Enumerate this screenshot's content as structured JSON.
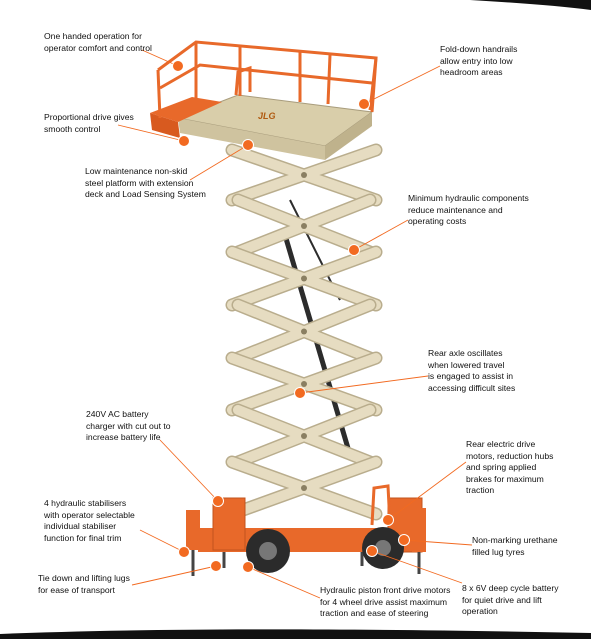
{
  "colors": {
    "accent": "#f26a21",
    "leader": "#f26a21",
    "scissor": "#e6dcc1",
    "scissor_edge": "#b9ad8d",
    "platform_deck": "#d9ceaa",
    "chassis": "#e8692a",
    "tyre": "#2b2b2b",
    "text": "#111111"
  },
  "logo_text": "JLG",
  "callouts": [
    {
      "id": "one-handed-operation",
      "lines": [
        "One handed operation for",
        "operator comfort and control"
      ]
    },
    {
      "id": "fold-down-handrails",
      "lines": [
        "Fold-down handrails",
        "allow entry into low",
        "headroom areas"
      ]
    },
    {
      "id": "proportional-drive",
      "lines": [
        "Proportional drive gives",
        "smooth control"
      ]
    },
    {
      "id": "non-skid-platform",
      "lines": [
        "Low maintenance non-skid",
        "steel platform with extension",
        "deck and Load Sensing System"
      ]
    },
    {
      "id": "minimum-hydraulic",
      "lines": [
        "Minimum hydraulic components",
        "reduce maintenance and",
        "operating costs"
      ]
    },
    {
      "id": "rear-axle-oscillates",
      "lines": [
        "Rear axle oscillates",
        "when lowered travel",
        "is engaged to assist in",
        "accessing difficult sites"
      ]
    },
    {
      "id": "battery-charger",
      "lines": [
        "240V AC battery",
        "charger with cut out to",
        "increase battery life"
      ]
    },
    {
      "id": "rear-electric-drive",
      "lines": [
        "Rear electric drive",
        "motors, reduction hubs",
        "and spring applied",
        "brakes for maximum",
        "traction"
      ]
    },
    {
      "id": "hydraulic-stabilisers",
      "lines": [
        "4 hydraulic stabilisers",
        "with operator selectable",
        "individual stabiliser",
        "function for final trim"
      ]
    },
    {
      "id": "non-marking-tyres",
      "lines": [
        "Non-marking urethane",
        "filled lug tyres"
      ]
    },
    {
      "id": "tie-down-lugs",
      "lines": [
        "Tie down and lifting lugs",
        "for ease of transport"
      ]
    },
    {
      "id": "hydraulic-piston-motors",
      "lines": [
        "Hydraulic piston front drive motors",
        "for 4 wheel drive assist maximum",
        "traction and ease of steering"
      ]
    },
    {
      "id": "deep-cycle-battery",
      "lines": [
        "8 x 6V deep cycle battery",
        "for quiet drive and lift",
        "operation"
      ]
    }
  ]
}
